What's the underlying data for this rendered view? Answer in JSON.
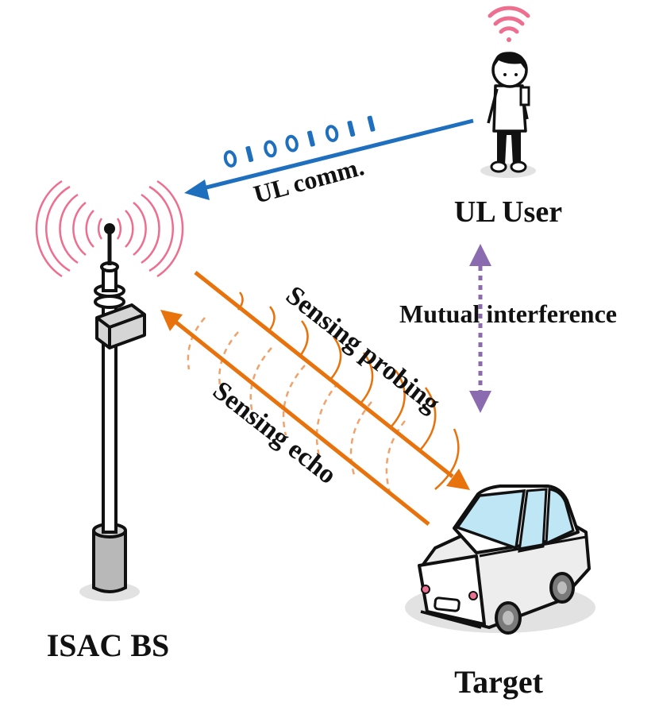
{
  "labels": {
    "base_station": "ISAC BS",
    "ul_user": "UL User",
    "target": "Target",
    "ul_comm": "UL comm.",
    "bits": "0 1 0 0 1 0 1 1",
    "mutual_interference": "Mutual interference",
    "sensing_probing": "Sensing probing",
    "sensing_echo": "Sensing echo"
  },
  "colors": {
    "ul_comm_arrow": "#1f6fbf",
    "sensing_arrows": "#e8720c",
    "interference_arrow": "#8b6bb0",
    "signal_waves": "#ee6e8f",
    "text": "#111111"
  },
  "icons": [
    "antenna-tower-icon",
    "user-person-icon",
    "car-icon",
    "wifi-signal-icon",
    "radiation-waves-icon"
  ]
}
